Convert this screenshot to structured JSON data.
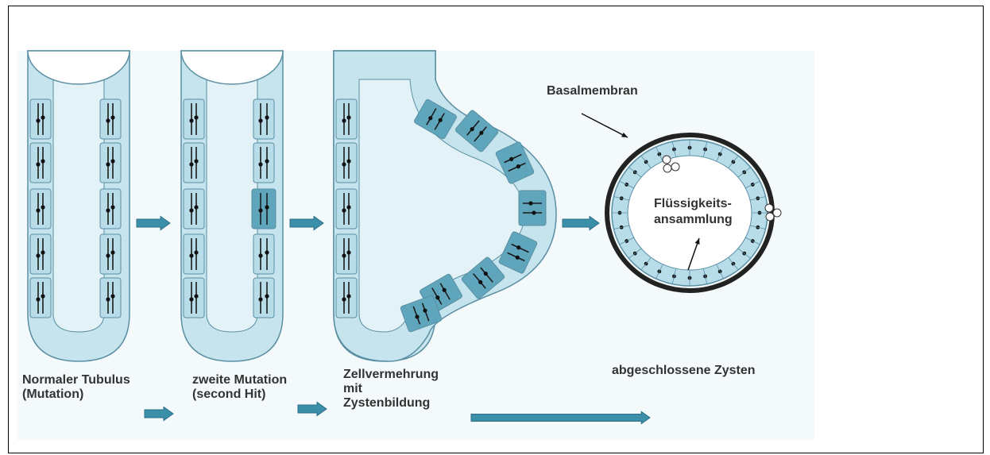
{
  "labels": {
    "stage1_line1": "Normaler Tubulus",
    "stage1_line2": "(Mutation)",
    "stage2_line1": "zweite Mutation",
    "stage2_line2": "(second Hit)",
    "stage3_line1": "Zellvermehrung",
    "stage3_line2": "mit",
    "stage3_line3": "Zystenbildung",
    "stage4": "abgeschlossene Zysten",
    "basalmembran": "Basalmembran",
    "fluid_line1": "Flüssigkeits-",
    "fluid_line2": "ansammlung"
  },
  "colors": {
    "tube_fill": "#c6e4ee",
    "tube_stroke": "#5a8fa3",
    "lumen": "#e3f2f7",
    "cell_normal": "#b8dde9",
    "cell_mutated": "#5fa6bd",
    "arrow": "#3b8fa9",
    "text": "#333333"
  }
}
